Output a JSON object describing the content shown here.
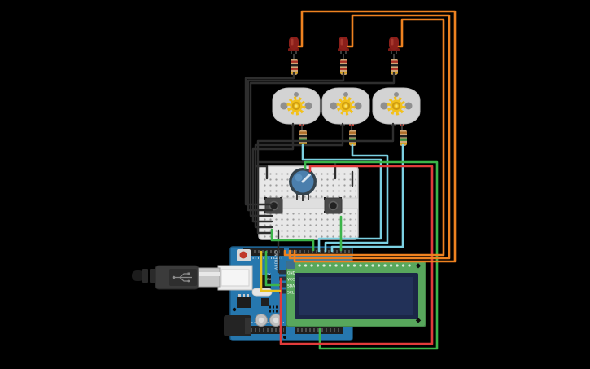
{
  "meta": {
    "app_view": "circuit-design-canvas",
    "background": "#000000"
  },
  "palette": {
    "wire_black": "#2e2e2e",
    "wire_orange": "#ee8220",
    "wire_cyan": "#7bd0e2",
    "wire_green": "#3cb54a",
    "wire_red": "#e23b3b",
    "wire_yellow": "#e8c21d",
    "lead_gray": "#4a4a4a",
    "arduino_blue": "#2677ae",
    "arduino_border": "#1b5a85",
    "header_black": "#1f1f1f",
    "lcd_green": "#58a75c",
    "lcd_border": "#3f7d43",
    "lcd_screen": "#1b2747",
    "lcd_screen_inner": "#223158",
    "breadboard": "#e8e8e8",
    "breadboard_border": "#c6c6c6",
    "motor_gray": "#d3d3d3",
    "motor_gear": "#f2c11c",
    "led_red": "#8c1f1a",
    "resistor_tan": "#d0a878",
    "pot_ring": "#35444e",
    "pot_knob": "#4b7fad",
    "button_gray": "#4a4a4a",
    "usb_dark": "#3b3b3b",
    "usb_metal": "#c9c9c9",
    "reset_red": "#c0392b"
  },
  "components": {
    "arduino": {
      "name": "Arduino Uno",
      "brand_label": "ARDUINO",
      "tx_label": "TX",
      "rx_label": "RX"
    },
    "lcd": {
      "name": "LCD 16x2 I2C",
      "pin_labels": [
        "GND",
        "VCC",
        "SDA",
        "SCL"
      ]
    },
    "breadboard": {
      "name": "Mini breadboard"
    },
    "potentiometer": {
      "name": "Potentiometer"
    },
    "pushbuttons": [
      {
        "name": "Pushbutton 1"
      },
      {
        "name": "Pushbutton 2"
      }
    ],
    "motors": [
      {
        "name": "DC motor 1"
      },
      {
        "name": "DC motor 2"
      },
      {
        "name": "DC motor 3"
      }
    ],
    "leds": [
      {
        "name": "Red LED 1"
      },
      {
        "name": "Red LED 2"
      },
      {
        "name": "Red LED 3"
      }
    ],
    "resistors": {
      "led_band_colors": [
        "#a93226",
        "#212121",
        "#a93226",
        "#d4a017"
      ],
      "motor_band_colors": [
        "#b06f2a",
        "#222222",
        "#3e8e41",
        "#d4a017"
      ],
      "count": 6
    },
    "usb_cable": {
      "name": "USB cable"
    }
  },
  "wires": [
    {
      "id": "led1-anode",
      "color": "orange"
    },
    {
      "id": "led2-anode",
      "color": "orange"
    },
    {
      "id": "led3-anode",
      "color": "orange"
    },
    {
      "id": "motor1-signal",
      "color": "cyan"
    },
    {
      "id": "motor2-signal",
      "color": "cyan"
    },
    {
      "id": "motor3-signal",
      "color": "cyan"
    },
    {
      "id": "pot-green-loop",
      "color": "green"
    },
    {
      "id": "pot-red-loop",
      "color": "red"
    },
    {
      "id": "lcd-sda",
      "color": "green"
    },
    {
      "id": "lcd-scl",
      "color": "yellow"
    },
    {
      "id": "lcd-vcc",
      "color": "red"
    },
    {
      "id": "lcd-gnd",
      "color": "black"
    },
    {
      "id": "ground-bundle",
      "color": "black",
      "count": 8
    }
  ]
}
